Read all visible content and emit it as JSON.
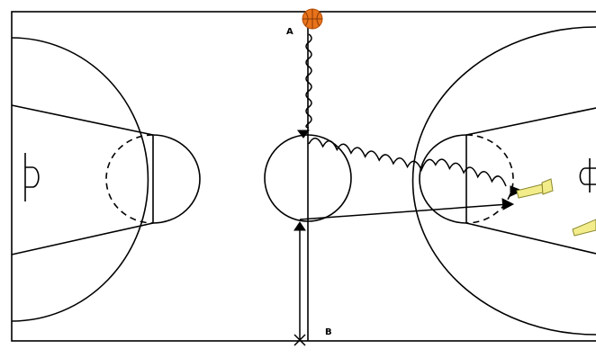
{
  "players": [
    {
      "id": "A",
      "label": "A"
    },
    {
      "id": "B",
      "label": "B"
    }
  ],
  "colors": {
    "court_lines": "#000000",
    "background": "#ffffff",
    "ball_fill": "#e8731a",
    "ball_stroke": "#b5500a",
    "cone_fill": "#f3ec8a",
    "cone_stroke": "#8a8a30"
  },
  "icons": {
    "ball": "basketball-icon",
    "cone": "cone-icon"
  }
}
